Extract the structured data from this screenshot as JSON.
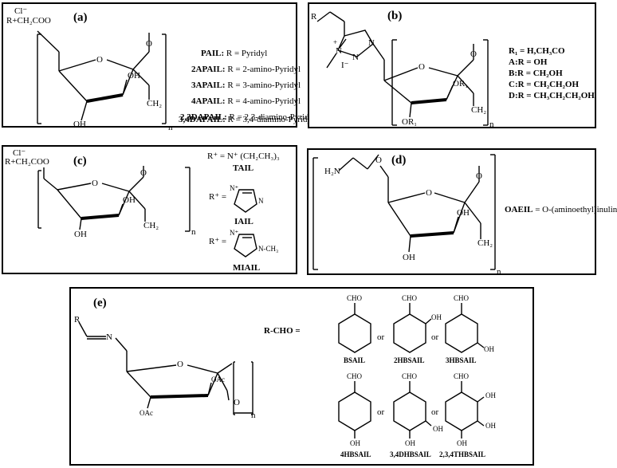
{
  "panels": {
    "a": {
      "label": "(a)",
      "counter_ion": "Cl⁻",
      "substituent": "R+CH₂COO",
      "atoms": {
        "o_ring": "O",
        "o_link": "O",
        "oh1": "OH",
        "oh2": "OH",
        "ch2": "CH₂",
        "n": "n"
      },
      "legend": [
        {
          "name": "PAIL:",
          "r": "R = Pyridyl"
        },
        {
          "name": "2APAIL:",
          "r": "R = 2-amino-Pyridyl"
        },
        {
          "name": "3APAIL:",
          "r": "R = 3-amino-Pyridyl"
        },
        {
          "name": "4APAIL:",
          "r": "R = 4-amino-Pyridyl"
        },
        {
          "name": "2,3DAPAIL:",
          "r": "R = 2,3-diamino-Pyridyl"
        },
        {
          "name": "3,4DAPAIL:",
          "r": "R = 3,4-diamino-Pyridyl"
        }
      ]
    },
    "b": {
      "label": "(b)",
      "r": "R",
      "atoms": {
        "n1": "N",
        "n2": "N",
        "n3": "N",
        "plus": "+",
        "iodide": "I⁻",
        "o_ring": "O",
        "o_link": "O",
        "or1a": "OR₁",
        "or1b": "OR₁",
        "ch2": "CH₂",
        "n": "n"
      },
      "legend": [
        "R₁ = H,CH₃CO",
        "A:R = OH",
        "B:R = CH₂OH",
        "C:R = CH₂CH₂OH",
        "D:R = CH₃CH₂CH₂OH"
      ]
    },
    "c": {
      "label": "(c)",
      "counter_ion": "Cl⁻",
      "substituent": "R+CH₂COO",
      "atoms": {
        "o_ring": "O",
        "o_link": "O",
        "oh1": "OH",
        "oh2": "OH",
        "ch2": "CH₂",
        "n": "n"
      },
      "r_tail": "R⁺ = N⁺ (CH₂CH₃)₃",
      "tail": "TAIL",
      "r_iail": "R⁺ =",
      "iail": "IAIL",
      "r_miail": "R⁺ =",
      "miail": "MIAIL",
      "ring_atoms": {
        "nplus1": "N⁺",
        "n1": "N",
        "nplus2": "N⁺",
        "nch3": "N-CH₃"
      }
    },
    "d": {
      "label": "(d)",
      "h2n": "H₂N",
      "atoms": {
        "o_ether": "O",
        "o_ring": "O",
        "o_link": "O",
        "oh1": "OH",
        "oh2": "OH",
        "ch2": "CH₂",
        "n": "n"
      },
      "legend_name": "OAEIL",
      "legend_text": "= O-(aminoethyl)inulin"
    },
    "e": {
      "label": "(e)",
      "r": "R",
      "atoms": {
        "n_imine": "N",
        "o_ring": "O",
        "oac1": "OAc",
        "oac2": "OAc",
        "o_link": "O",
        "n": "n"
      },
      "rcho": "R-CHO =",
      "or_text": "or",
      "cho": "CHO",
      "oh": "OH",
      "aldehydes": [
        "BSAIL",
        "2HBSAIL",
        "3HBSAIL",
        "4HBSAIL",
        "3,4DHBSAIL",
        "2,3,4THBSAIL"
      ]
    }
  }
}
